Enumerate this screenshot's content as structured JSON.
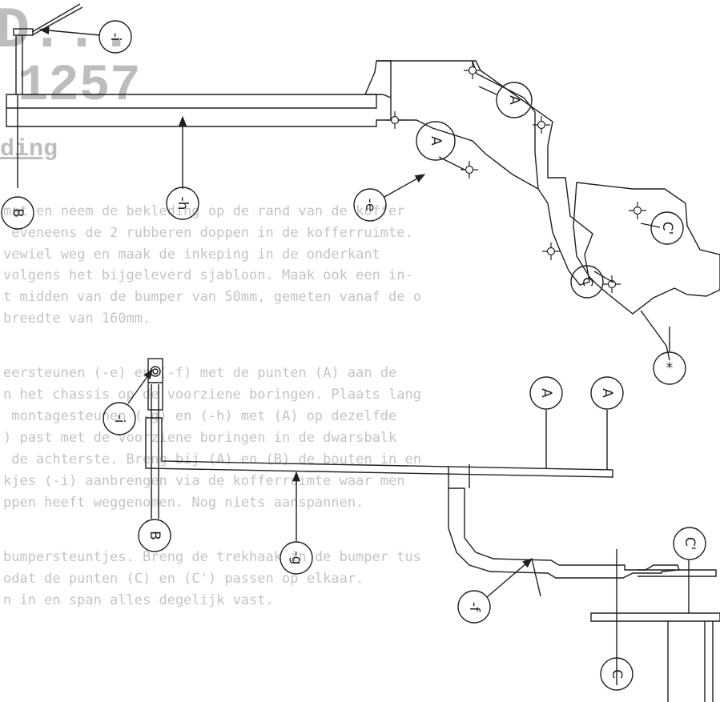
{
  "background": {
    "title_line1": "D...",
    "title_line2": "1257",
    "subtitle": "ding",
    "para1": [
      "mat en neem de bekleding op de rand van de koffer",
      " eveneens de 2 rubberen doppen in de kofferruimte.",
      "vewiel weg en maak de inkeping in de onderkant",
      "volgens het bijgeleverd sjabloon. Maak ook een in-",
      "t midden van de bumper van 50mm, gemeten vanaf de o",
      "breedte van 160mm."
    ],
    "para2": [
      "eersteunen (-e) en (-f) met de punten (A) aan de",
      "n het chassis op de voorziene boringen. Plaats lang",
      " montagesteunen (-g) en (-h) met (A) op dezelfde",
      ") past met de voorziene boringen in de dwarsbalk",
      " de achterste. Breng bij (A) en (B) de bouten in en",
      "kjes (-i) aanbrengen via de kofferruimte waar men",
      "ppen heeft weggenomen. Nog niets aanspannen."
    ],
    "para3": [
      "bumpersteuntjes. Breng de trekhaak in de bumper tus",
      "odat de punten (C) en (C') passen op elkaar.",
      "n in en span alles degelijk vast."
    ]
  },
  "callouts": {
    "i_top": "-i",
    "h": "-h",
    "e": "-e",
    "A1": "A",
    "A2": "A",
    "B_top": "B",
    "C_right": "C",
    "C_prime_right": "C'",
    "star": "*",
    "i_mid": "-i",
    "g": "-g",
    "B_mid": "B",
    "A3": "A",
    "A4": "A",
    "f": "-f",
    "C_prime_low": "C'",
    "C_low": "C"
  }
}
